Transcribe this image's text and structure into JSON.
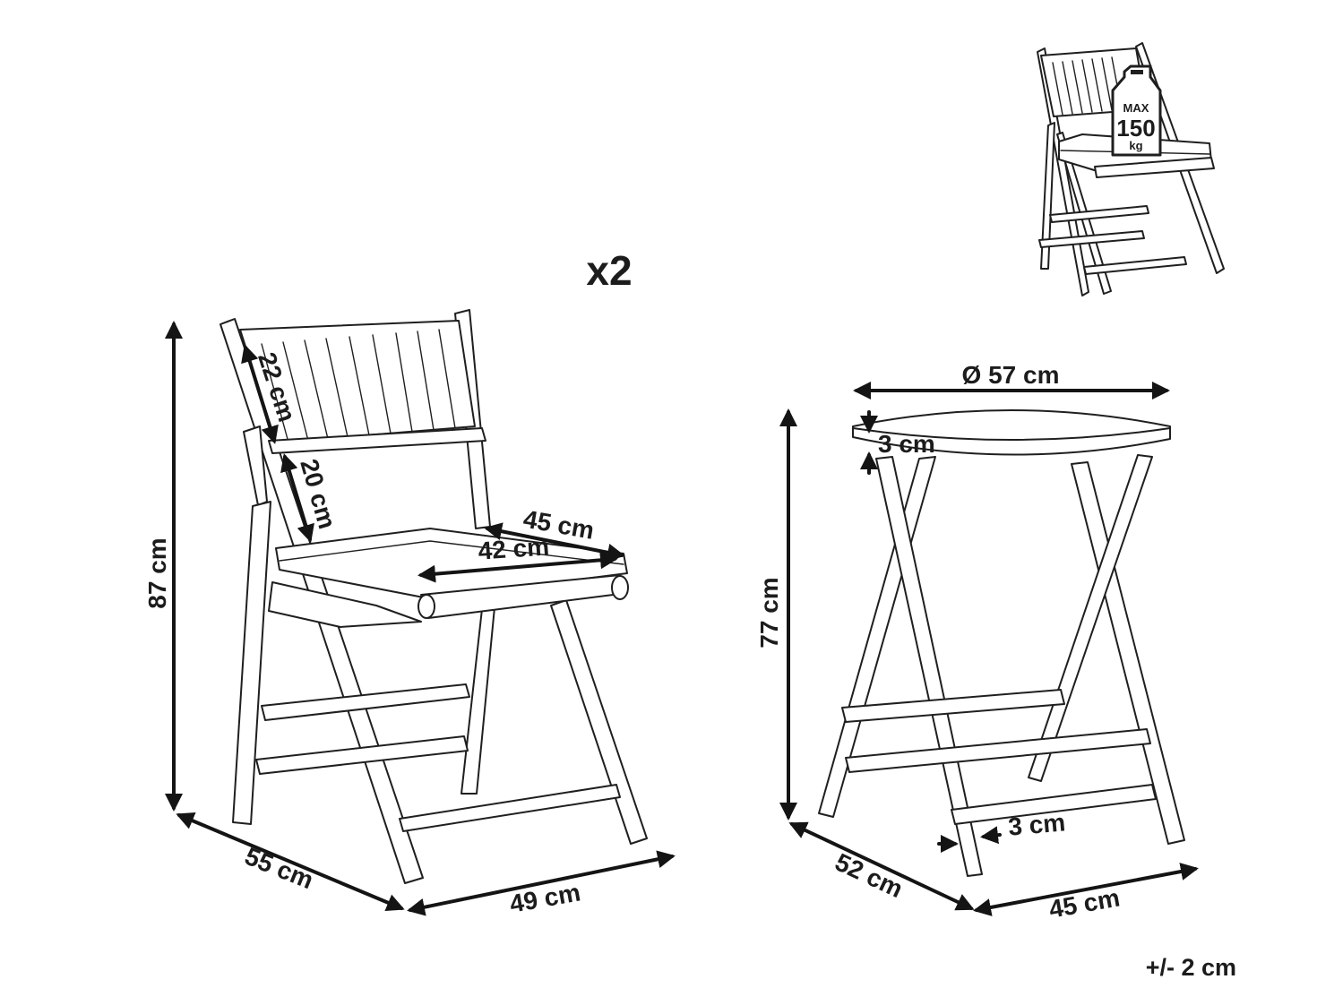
{
  "quantity_label": "x2",
  "tolerance": "+/- 2 cm",
  "chair": {
    "dimensions": {
      "height": "87 cm",
      "depth": "55 cm",
      "width": "49 cm",
      "backrest_height": "22 cm",
      "backrest_gap": "20 cm",
      "seat_width": "45 cm",
      "seat_depth": "42 cm"
    }
  },
  "table": {
    "dimensions": {
      "diameter": "Ø 57 cm",
      "height": "77 cm",
      "top_thickness": "3 cm",
      "leg_thickness": "3 cm",
      "depth": "52 cm",
      "width": "45 cm"
    }
  },
  "load_badge": {
    "max_label": "MAX",
    "value": "150",
    "unit": "kg"
  },
  "colors": {
    "line": "#1f1f1f",
    "background": "#ffffff"
  }
}
